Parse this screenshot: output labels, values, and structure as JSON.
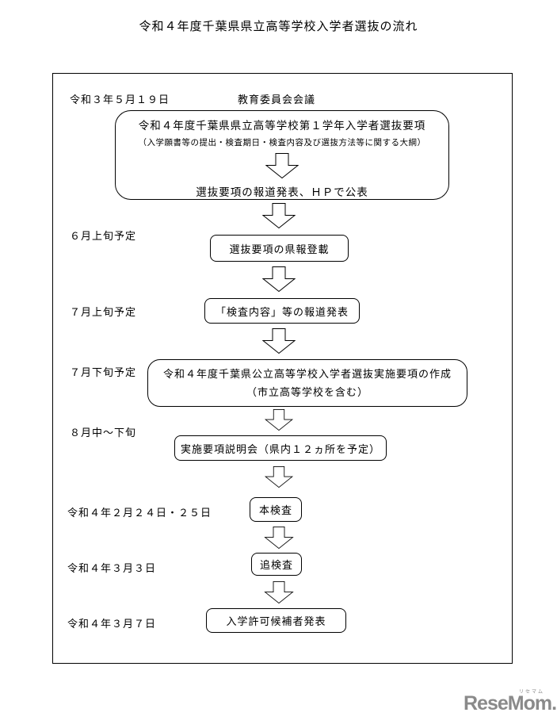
{
  "title": "令和４年度千葉県県立高等学校入学者選抜の流れ",
  "flow": {
    "header": {
      "date": "令和３年５月１９日",
      "event": "教育委員会会議"
    },
    "plan_box": {
      "line1": "令和４年度千葉県県立高等学校第１学年入学者選抜要項",
      "line2": "（入学願書等の提出・検査期日・検査内容及び選抜方法等に関する大綱）",
      "line3": "選抜要項の報道発表、ＨＰで公表"
    },
    "steps": [
      {
        "date": "６月上旬予定",
        "label": "選抜要項の県報登載"
      },
      {
        "date": "７月上旬予定",
        "label": "「検査内容」等の報道発表"
      },
      {
        "date": "７月下旬予定",
        "label": "令和４年度千葉県公立高等学校入学者選抜実施要項の作成",
        "label2": "（市立高等学校を含む）"
      },
      {
        "date": "８月中～下旬",
        "label": "実施要項説明会（県内１２ヵ所を予定）"
      },
      {
        "date": "令和４年２月２４日・２５日",
        "label": "本検査"
      },
      {
        "date": "令和４年３月３日",
        "label": "追検査"
      },
      {
        "date": "令和４年３月７日",
        "label": "入学許可候補者発表"
      }
    ]
  },
  "logo": {
    "text": "ReseMom.",
    "ruby": "リセマム"
  },
  "colors": {
    "text": "#000000",
    "border": "#000000",
    "logo": "#8a8a8a",
    "background": "#ffffff"
  }
}
